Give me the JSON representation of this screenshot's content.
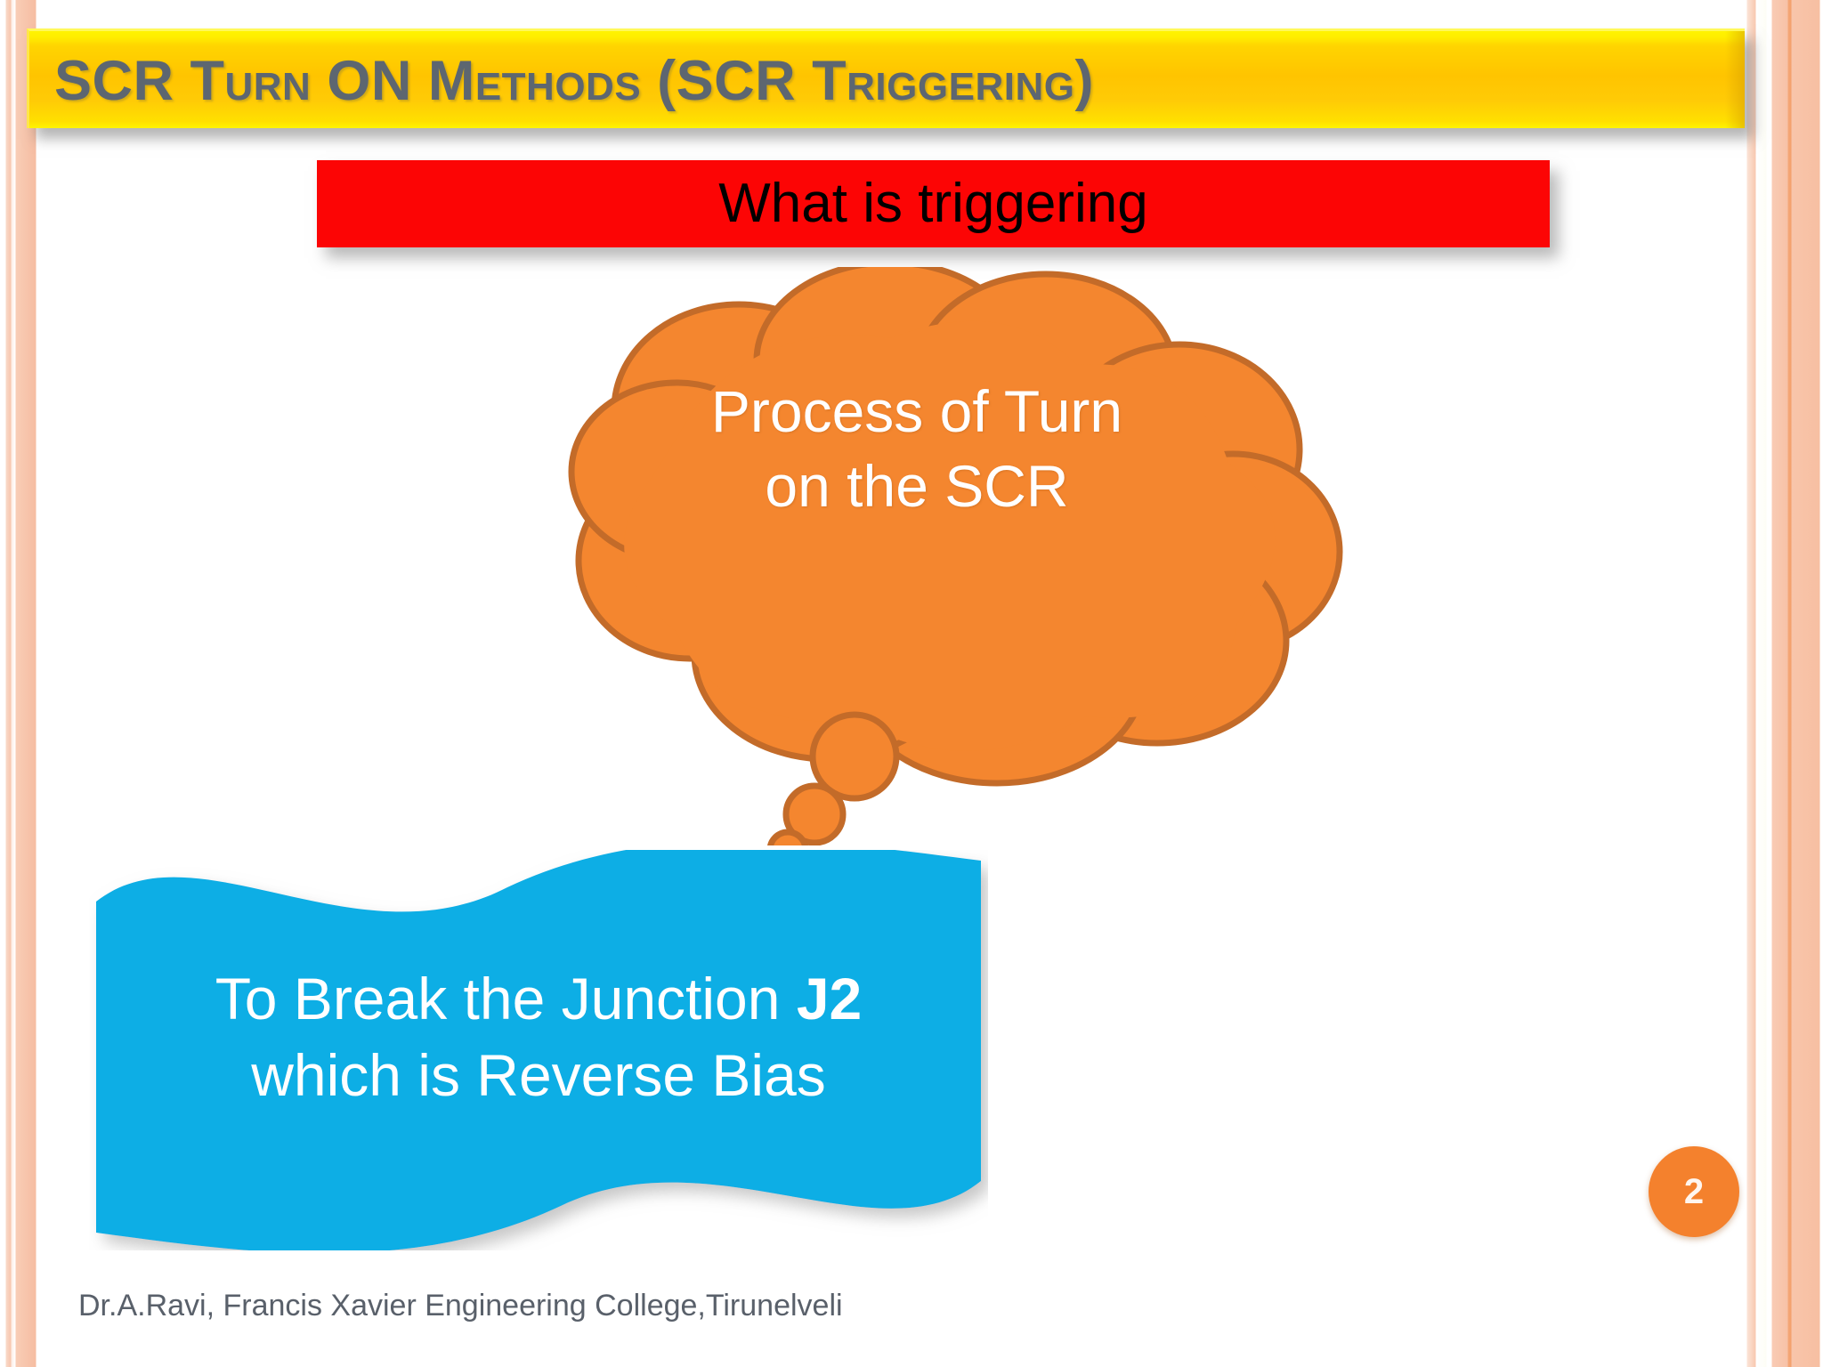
{
  "slide": {
    "title": "SCR Turn ON Methods (SCR Triggering)",
    "background_color": "#ffffff",
    "page_number": "2",
    "footer": "Dr.A.Ravi, Francis Xavier Engineering College,Tirunelveli"
  },
  "banner": {
    "label": "What is triggering",
    "fill_color": "#fc0505",
    "text_color": "#000000"
  },
  "cloud": {
    "line1": "Process of Turn",
    "line2": "on the SCR",
    "fill_color": "#f4862f",
    "stroke_color": "#c36b29",
    "text_color": "#ffffff"
  },
  "wave": {
    "line1_prefix": "To Break the  Junction ",
    "line1_bold": "J2",
    "line2": "which is Reverse Bias",
    "fill_color": "#10aee5",
    "text_color": "#ffffff"
  },
  "title_bar": {
    "fill_top": "#fff200",
    "fill_mid": "#ffc400",
    "text_color": "#5d6670"
  },
  "accent": {
    "badge_color": "#f4812d",
    "edge_stripe_color": "#f7c2a7"
  }
}
